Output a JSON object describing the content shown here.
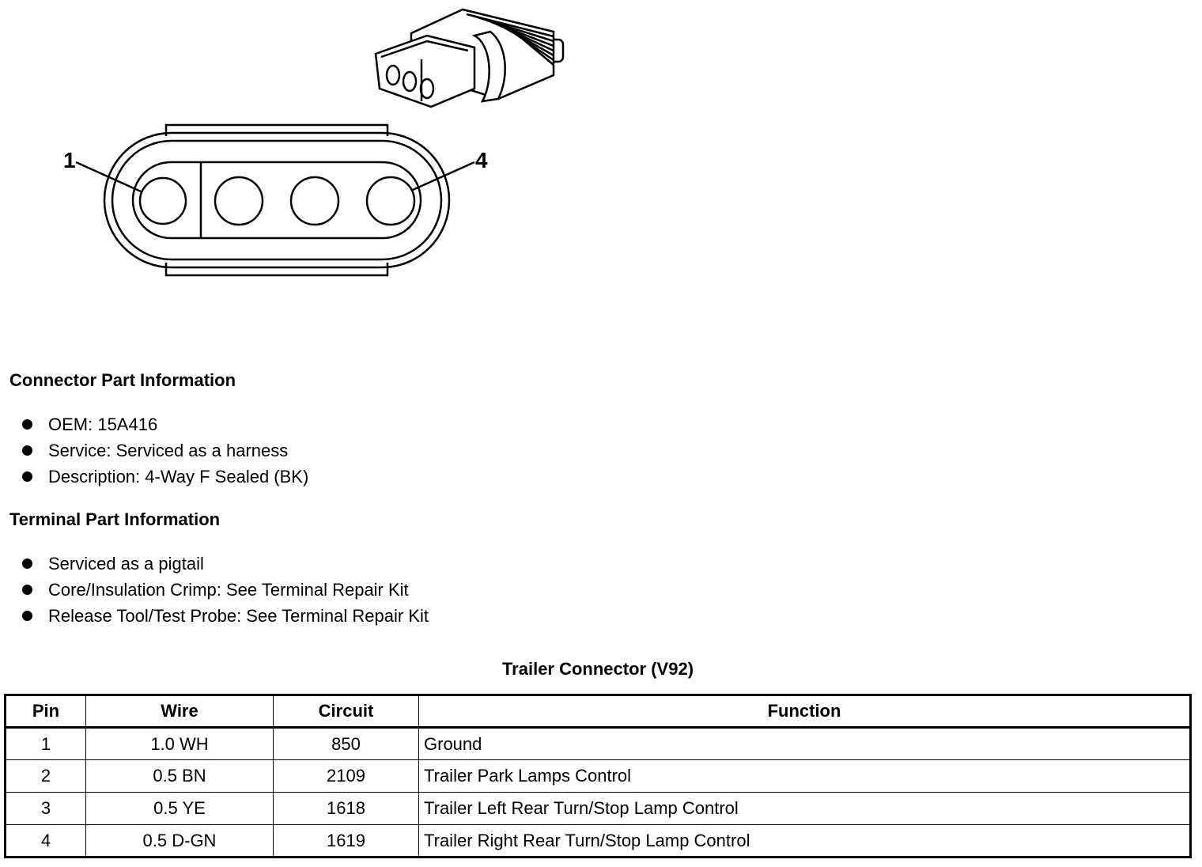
{
  "diagram": {
    "pin_label_first": "1",
    "pin_label_last": "4"
  },
  "connector_info": {
    "heading": "Connector Part Information",
    "items": [
      "OEM: 15A416",
      "Service: Serviced as a harness",
      "Description: 4-Way F Sealed (BK)"
    ]
  },
  "terminal_info": {
    "heading": "Terminal Part Information",
    "items": [
      "Serviced as a pigtail",
      "Core/Insulation Crimp: See Terminal Repair Kit",
      "Release Tool/Test Probe: See Terminal Repair Kit"
    ]
  },
  "table": {
    "title": "Trailer Connector (V92)",
    "headers": {
      "pin": "Pin",
      "wire": "Wire",
      "circuit": "Circuit",
      "function": "Function"
    },
    "rows": [
      {
        "pin": "1",
        "wire": "1.0 WH",
        "circuit": "850",
        "function": "Ground"
      },
      {
        "pin": "2",
        "wire": "0.5 BN",
        "circuit": "2109",
        "function": "Trailer Park Lamps Control"
      },
      {
        "pin": "3",
        "wire": "0.5 YE",
        "circuit": "1618",
        "function": "Trailer Left Rear Turn/Stop Lamp Control"
      },
      {
        "pin": "4",
        "wire": "0.5 D-GN",
        "circuit": "1619",
        "function": "Trailer Right Rear Turn/Stop Lamp Control"
      }
    ]
  }
}
